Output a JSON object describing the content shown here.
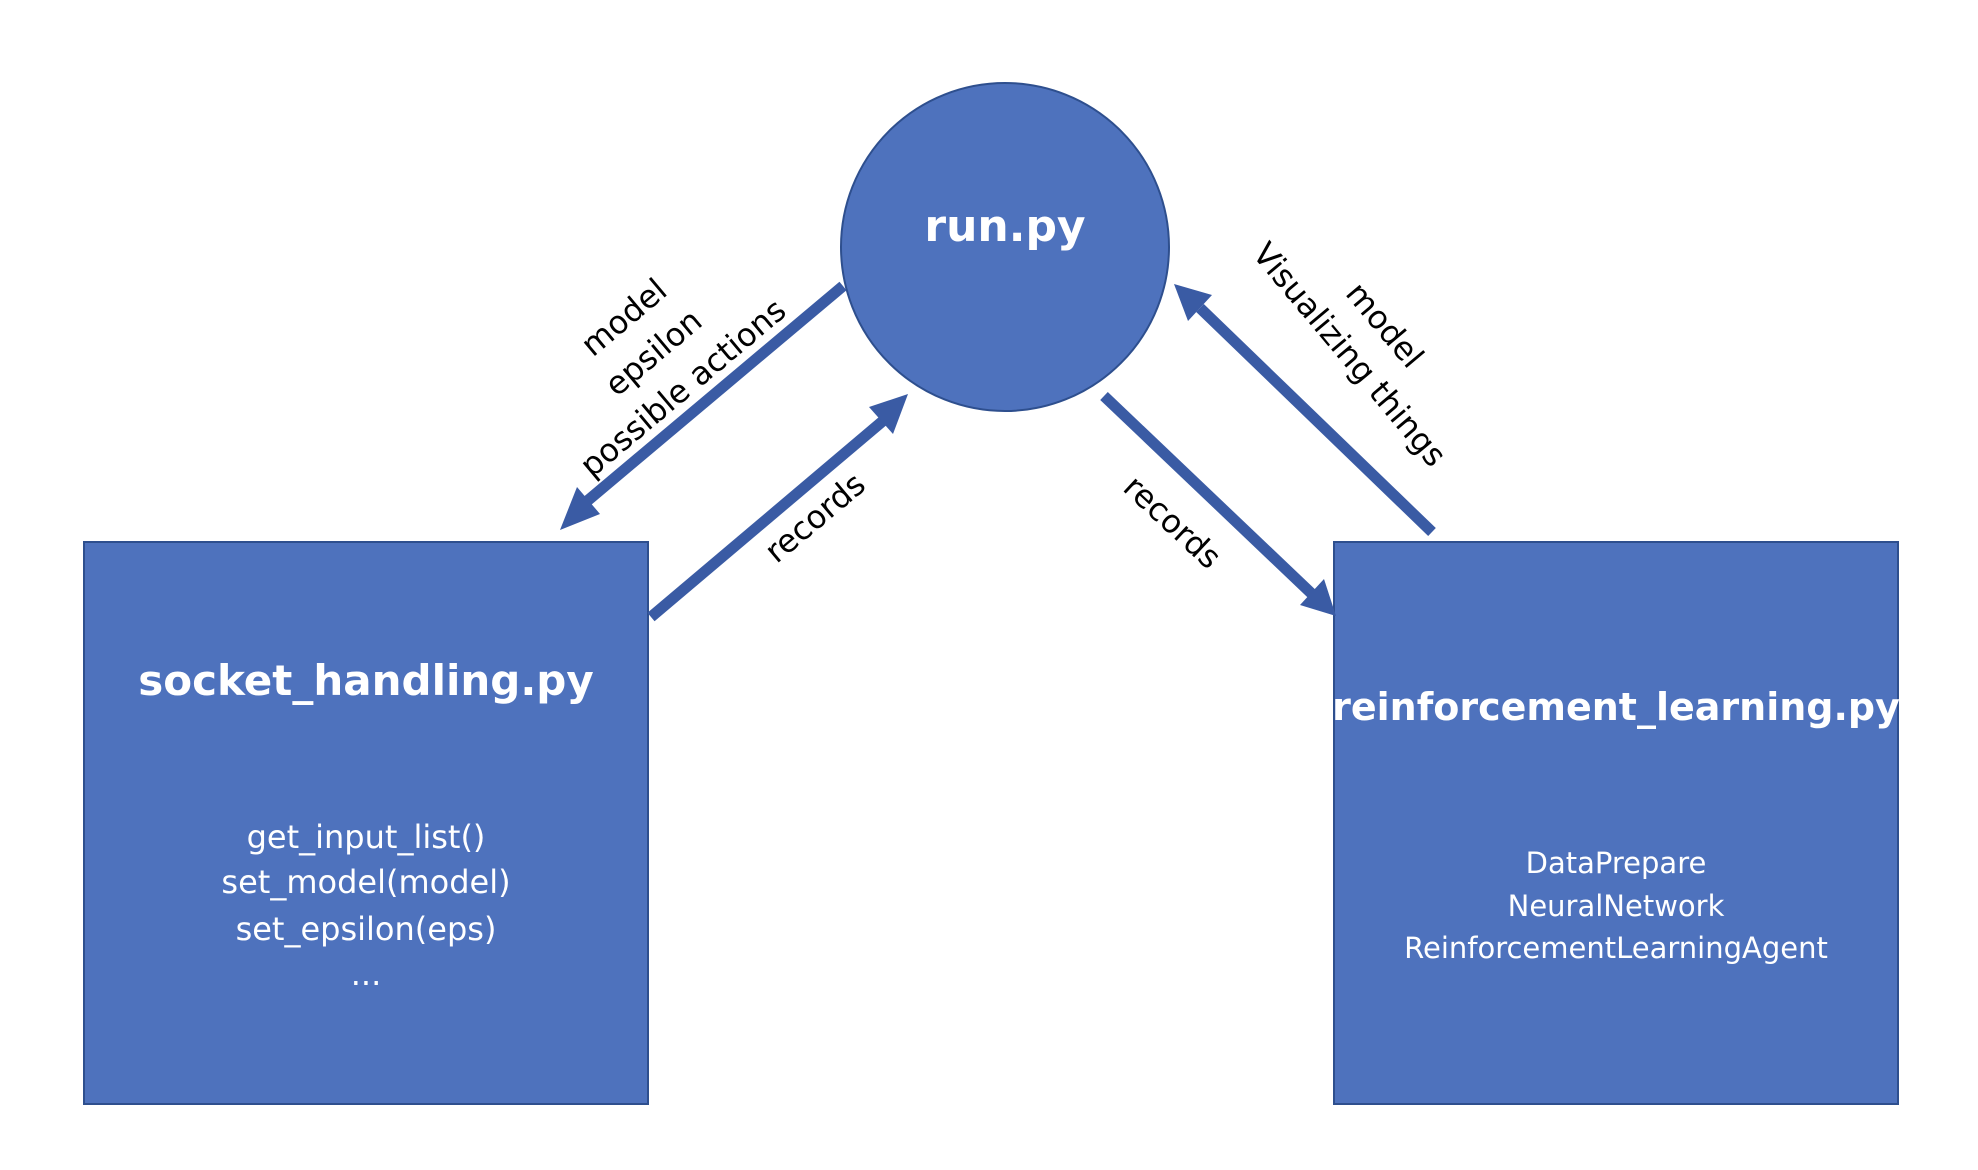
{
  "colors": {
    "node_fill": "#4e72bd",
    "node_stroke": "#2e4f8e",
    "arrow": "#3a5ba4",
    "background": "#ffffff"
  },
  "nodes": {
    "run": {
      "title": "run.py"
    },
    "socket": {
      "title": "socket_handling.py",
      "items": [
        "get_input_list()",
        "set_model(model)",
        "set_epsilon(eps)",
        "..."
      ]
    },
    "rl": {
      "title": "reinforcement_learning.py",
      "items": [
        "DataPrepare",
        "NeuralNetwork",
        "ReinforcementLearningAgent"
      ]
    }
  },
  "edges": {
    "run_to_socket": {
      "labels": [
        "model",
        "epsilon",
        "possible actions"
      ]
    },
    "socket_to_run": {
      "labels": [
        "records"
      ]
    },
    "run_to_rl": {
      "labels": [
        "records"
      ]
    },
    "rl_to_run": {
      "labels": [
        "model",
        "Visualizing things"
      ]
    }
  }
}
